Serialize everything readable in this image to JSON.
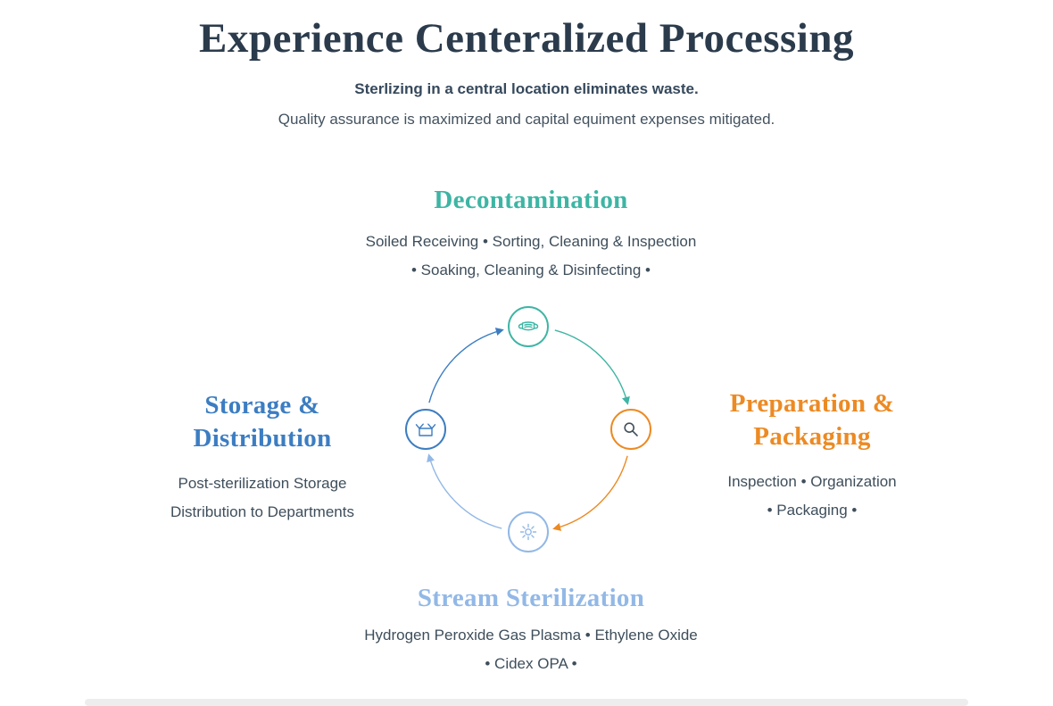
{
  "header": {
    "title": "Experience Centeralized Processing",
    "subtitle_bold": "Sterlizing in a central location eliminates waste.",
    "subtitle": "Quality assurance is maximized and capital equiment expenses mitigated."
  },
  "colors": {
    "title": "#2b3b4c",
    "body_text": "#3e4e5b",
    "teal": "#3eb5a4",
    "orange": "#ec8a23",
    "blue": "#3c7dc2",
    "light_blue": "#92b8e6",
    "dark_icon": "#42505c",
    "node_fill": "#ffffff"
  },
  "cycle": {
    "order": [
      "decontamination",
      "preparation",
      "sterilization",
      "storage"
    ],
    "direction": "clockwise"
  },
  "stages": {
    "decontamination": {
      "title": "Decontamination",
      "lines": [
        "Soiled Receiving • Sorting, Cleaning & Inspection",
        "• Soaking, Cleaning & Disinfecting •"
      ],
      "icon": "mask-icon",
      "color": "#3eb5a4"
    },
    "preparation": {
      "title": "Preparation & Packaging",
      "lines": [
        "Inspection • Organization",
        "• Packaging •"
      ],
      "icon": "magnifier-icon",
      "color": "#ec8a23"
    },
    "sterilization": {
      "title": "Stream Sterilization",
      "lines": [
        "Hydrogen Peroxide Gas Plasma • Ethylene Oxide",
        "• Cidex OPA •"
      ],
      "icon": "gear-icon",
      "color": "#92b8e6"
    },
    "storage": {
      "title": "Storage & Distribution",
      "lines": [
        "Post-sterilization Storage",
        "Distribution to Departments"
      ],
      "icon": "box-icon",
      "color": "#3c7dc2"
    }
  }
}
